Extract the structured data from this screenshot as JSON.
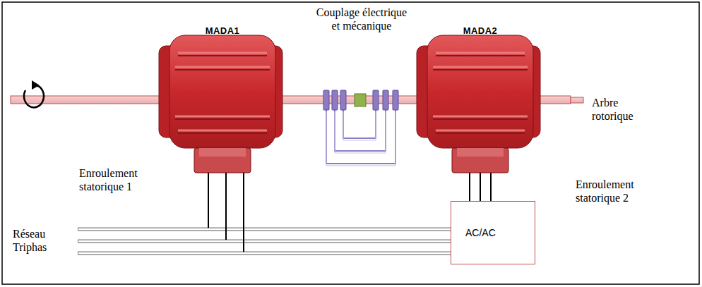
{
  "diagram": {
    "nodes": [
      {
        "text": [
          "MADA1"
        ]
      },
      {
        "text": [
          "MADA2"
        ]
      },
      {
        "text": [
          "AC/AC"
        ]
      }
    ],
    "edges": [
      {
        "from": 1,
        "to": 2,
        "arrow": "none"
      }
    ],
    "labels": [
      "Couplage électrique et mécanique",
      "Arbre rotorique",
      "Enroulement statorique 1",
      "Enroulement statorique 2",
      "Réseau Triphas"
    ]
  }
}
